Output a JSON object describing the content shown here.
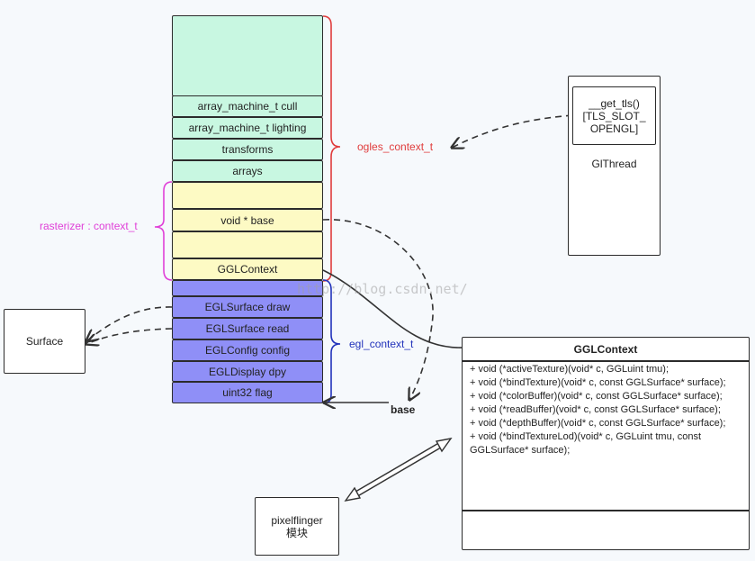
{
  "context_stack": {
    "green_cells": [
      "array_machine_t cull",
      "array_machine_t lighting",
      "transforms",
      "arrays"
    ],
    "yellow_cells": [
      "void * base",
      "GGLContext"
    ],
    "purple_cells": [
      "EGLSurface draw",
      "EGLSurface read",
      "EGLConfig config",
      "EGLDisplay dpy",
      "uint32 flag"
    ]
  },
  "brace_labels": {
    "ogles": "ogles_context_t",
    "rasterizer": "rasterizer : context_t",
    "egl": "egl_context_t"
  },
  "gl_thread": {
    "tls_line1": "__get_tls()",
    "tls_line2": "[TLS_SLOT_",
    "tls_line3": "OPENGL]",
    "label": "GlThread"
  },
  "surface": {
    "label": "Surface"
  },
  "base_label": "base",
  "ggl_class": {
    "title": "GGLContext",
    "methods": [
      "+ void (*activeTexture)(void* c, GGLuint tmu);",
      "+ void (*bindTexture)(void* c, const GGLSurface* surface);",
      "+ void (*colorBuffer)(void* c, const GGLSurface* surface);",
      "+ void (*readBuffer)(void* c, const GGLSurface* surface);",
      "+ void (*depthBuffer)(void* c, const GGLSurface* surface);",
      "+ void (*bindTextureLod)(void* c, GGLuint tmu, const GGLSurface* surface);"
    ]
  },
  "pixelflinger": {
    "line1": "pixelflinger",
    "line2": "模块"
  },
  "watermark": "http://blog.csdn.net/",
  "colors": {
    "ogles_brace": "#e03c3c",
    "rasterizer_brace": "#e040d8",
    "egl_brace": "#2233bb",
    "green_fill": "#c8f7e1",
    "yellow_fill": "#fdfac4",
    "purple_fill": "#8f8ff7"
  }
}
